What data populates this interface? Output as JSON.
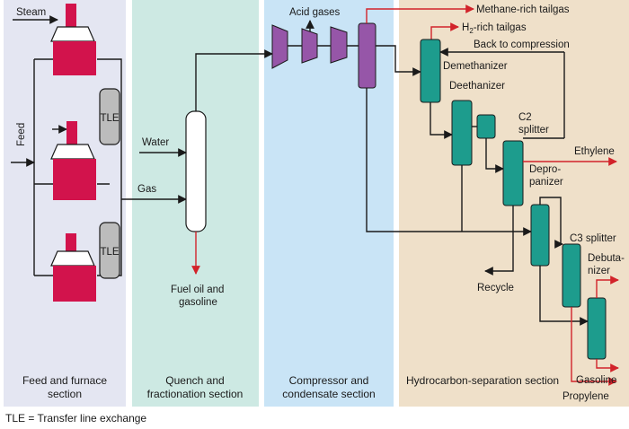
{
  "sections": {
    "feed": {
      "line1": "Feed and furnace",
      "line2": "section",
      "color": "#e4e6f2"
    },
    "quench": {
      "line1": "Quench and",
      "line2": "fractionation section",
      "color": "#cde9e3"
    },
    "compressor": {
      "line1": "Compressor and",
      "line2": "condensate section",
      "color": "#c9e4f6"
    },
    "hydrocarbon": {
      "line1": "Hydrocarbon-separation section",
      "line2": "",
      "color": "#efe0c9"
    }
  },
  "labels": {
    "steam": "Steam",
    "feed": "Feed",
    "tle_top": "TLE",
    "tle_bottom": "TLE",
    "water": "Water",
    "gas": "Gas",
    "fuel_oil_1": "Fuel oil and",
    "fuel_oil_2": "gasoline",
    "acid_gases": "Acid gases",
    "methane_tailgas": "Methane-rich tailgas",
    "h2_tailgas_pre": "H",
    "h2_tailgas_sub": "2",
    "h2_tailgas_post": "-rich tailgas",
    "back_to_compression": "Back to compression",
    "demethanizer": "Demethanizer",
    "deethanizer": "Deethanizer",
    "c2_splitter_1": "C2",
    "c2_splitter_2": "splitter",
    "ethylene": "Ethylene",
    "depropanizer_1": "Depro-",
    "depropanizer_2": "panizer",
    "c3_splitter": "C3 splitter",
    "debutanizer_1": "Debuta-",
    "debutanizer_2": "nizer",
    "recycle": "Recycle",
    "gasoline": "Gasoline",
    "propylene": "Propylene"
  },
  "footnote": "TLE = Transfer line exchange",
  "colors": {
    "furnace": "#d2134c",
    "compressor": "#9656a8",
    "column": "#1d9c8d",
    "tle": "#bcbcbc",
    "red_flow": "#d2232a"
  }
}
